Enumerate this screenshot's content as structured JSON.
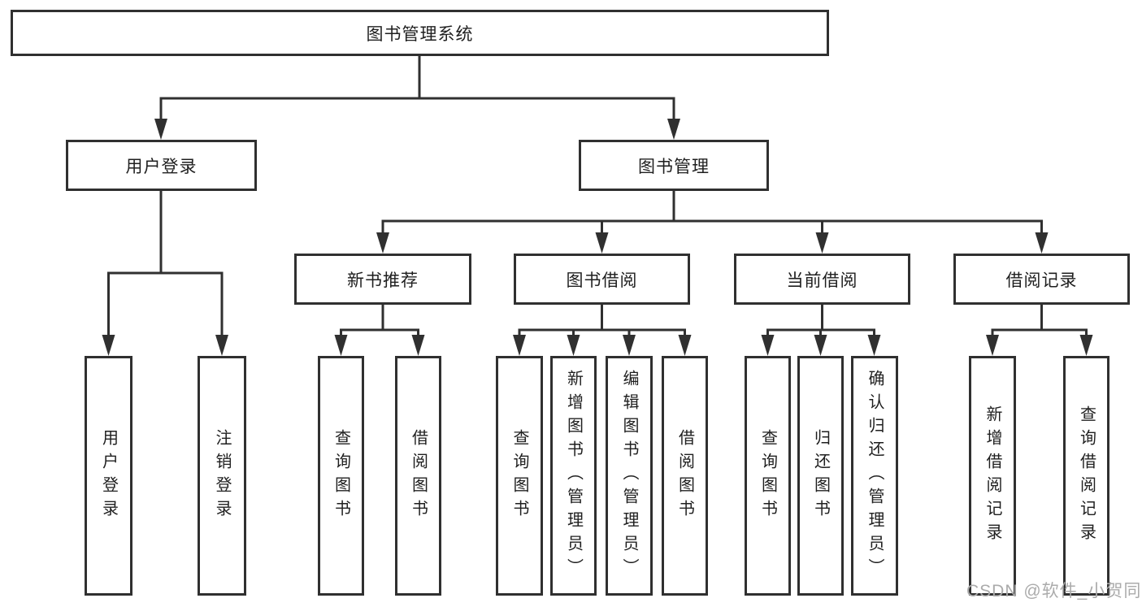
{
  "diagram": {
    "title": "图书管理系统",
    "tree": {
      "label": "图书管理系统",
      "children": [
        {
          "label": "用户登录",
          "children": [
            {
              "label": "用户登录"
            },
            {
              "label": "注销登录"
            }
          ]
        },
        {
          "label": "图书管理",
          "children": [
            {
              "label": "新书推荐",
              "children": [
                {
                  "label": "查询图书"
                },
                {
                  "label": "借阅图书"
                }
              ]
            },
            {
              "label": "图书借阅",
              "children": [
                {
                  "label": "查询图书"
                },
                {
                  "label": "新增图书（管理员）"
                },
                {
                  "label": "编辑图书（管理员）"
                },
                {
                  "label": "借阅图书"
                }
              ]
            },
            {
              "label": "当前借阅",
              "children": [
                {
                  "label": "查询图书"
                },
                {
                  "label": "归还图书"
                },
                {
                  "label": "确认归还（管理员）"
                }
              ]
            },
            {
              "label": "借阅记录",
              "children": [
                {
                  "label": "新增借阅记录"
                },
                {
                  "label": "查询借阅记录"
                }
              ]
            }
          ]
        }
      ]
    }
  },
  "watermark": "CSDN @软件_小贺同学",
  "colors": {
    "line": "#303030",
    "text": "#1f1f1f",
    "watermark": "#ababab",
    "background": "#ffffff"
  }
}
